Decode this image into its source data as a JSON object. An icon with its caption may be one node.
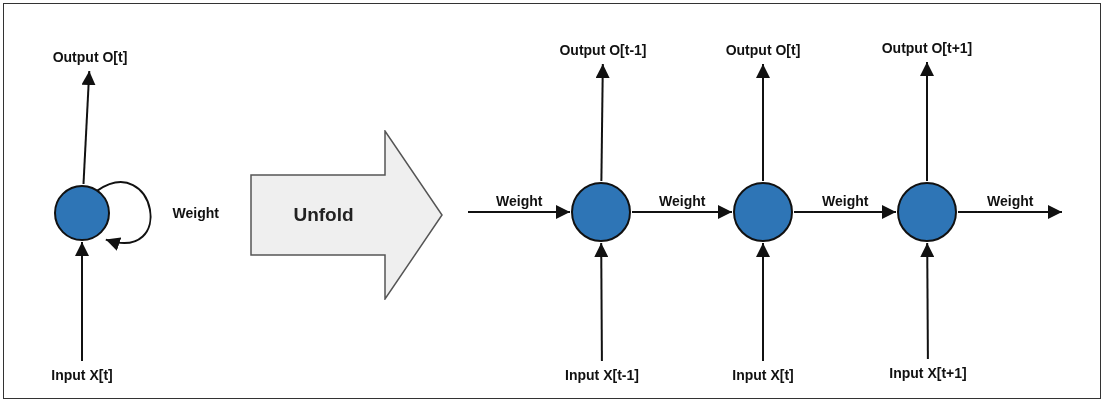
{
  "diagram": {
    "nodes": [
      {
        "text": [
          "Output O[t]"
        ]
      },
      {
        "text": [],
        "shape": "circle"
      },
      {
        "text": [
          "Input X[t]"
        ]
      },
      {
        "text": [
          "Unfold"
        ]
      },
      {
        "text": [
          "Output O[t-1]"
        ]
      },
      {
        "text": [
          "Output O[t]"
        ]
      },
      {
        "text": [
          "Output O[t+1]"
        ]
      },
      {
        "text": [],
        "shape": "circle"
      },
      {
        "text": [],
        "shape": "circle"
      },
      {
        "text": [],
        "shape": "circle"
      },
      {
        "text": [
          "Input X[t-1]"
        ]
      },
      {
        "text": [
          "Input X[t]"
        ]
      },
      {
        "text": [
          "Input X[t+1]"
        ]
      }
    ],
    "edges": [
      {
        "from": 2,
        "to": 1,
        "arrow": "to"
      },
      {
        "from": 1,
        "to": 0,
        "arrow": "to"
      },
      {
        "from": 1,
        "to": 1,
        "label": "Weight",
        "arrow": "to"
      },
      {
        "from": null,
        "to": 7,
        "label": "Weight",
        "arrow": "to"
      },
      {
        "from": 7,
        "to": 8,
        "label": "Weight",
        "arrow": "to"
      },
      {
        "from": 8,
        "to": 9,
        "label": "Weight",
        "arrow": "to"
      },
      {
        "from": 9,
        "to": null,
        "label": "Weight",
        "arrow": "to"
      },
      {
        "from": 10,
        "to": 7,
        "arrow": "to"
      },
      {
        "from": 7,
        "to": 4,
        "arrow": "to"
      },
      {
        "from": 11,
        "to": 8,
        "arrow": "to"
      },
      {
        "from": 8,
        "to": 5,
        "arrow": "to"
      },
      {
        "from": 12,
        "to": 9,
        "arrow": "to"
      },
      {
        "from": 9,
        "to": 6,
        "arrow": "to"
      }
    ]
  }
}
